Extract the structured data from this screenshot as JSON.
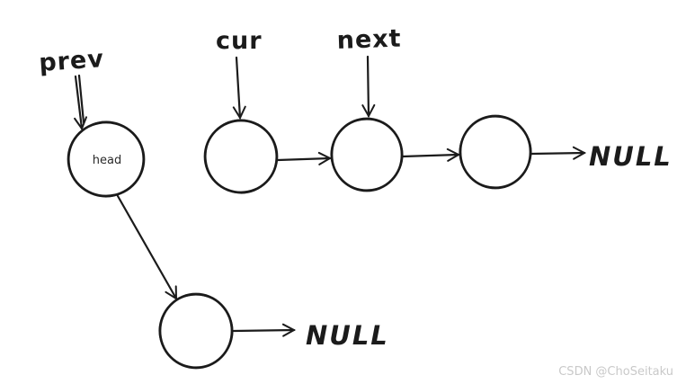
{
  "diagram": {
    "type": "hand-drawn linked-list reversal sketch",
    "ink_color": "#1b1b1b",
    "background_color": "#ffffff",
    "pointers": [
      {
        "label": "prev",
        "points_to": "head"
      },
      {
        "label": "cur",
        "points_to": "node-1"
      },
      {
        "label": "next",
        "points_to": "node-2"
      }
    ],
    "nodes": {
      "head_label": "head"
    },
    "null_labels": {
      "top": "NULL",
      "bottom": "NULL"
    },
    "structure": {
      "top_chain": [
        "node-1",
        "node-2",
        "node-3",
        "NULL"
      ],
      "bottom_chain": [
        "head",
        "node-bottom",
        "NULL"
      ]
    }
  },
  "watermark": {
    "text": "CSDN @ChoSeitaku",
    "color": "#c9c9c9"
  }
}
